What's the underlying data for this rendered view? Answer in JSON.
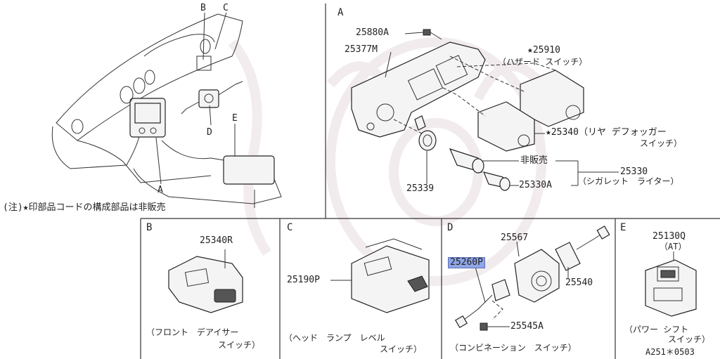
{
  "note": "(注)★印部品コードの構成部品は非販売",
  "overview": {
    "labels": [
      "B",
      "C",
      "D",
      "E",
      "A"
    ]
  },
  "panel_a": {
    "letter": "A",
    "parts": {
      "p25880A": "25880A",
      "p25377M": "25377M",
      "p25910": "★25910",
      "p25910_desc": "（ハザード スイッチ）",
      "p25340": "★25340（リヤ デフォッガー",
      "p25340_desc2": "スイッチ）",
      "p25339": "25339",
      "not_sold": "非販売",
      "p25330": "25330",
      "p25330_desc": "（シガレット　ライター）",
      "p25330A": "25330A"
    }
  },
  "panel_b": {
    "letter": "B",
    "part": "25340R",
    "desc1": "（フロント　デアイサー",
    "desc2": "スイッチ）"
  },
  "panel_c": {
    "letter": "C",
    "part": "25190P",
    "desc1": "（ヘッド　ランプ　レベル",
    "desc2": "スイッチ）"
  },
  "panel_d": {
    "letter": "D",
    "part_highlight": "25260P",
    "part_25567": "25567",
    "part_25540": "25540",
    "part_25545A": "25545A",
    "desc": "（コンビネーション　スイッチ）"
  },
  "panel_e": {
    "letter": "E",
    "part": "25130Q",
    "sub": "（AT）",
    "desc1": "（パワー シフト",
    "desc2": "スイッチ）",
    "code": "A251＊0503"
  }
}
